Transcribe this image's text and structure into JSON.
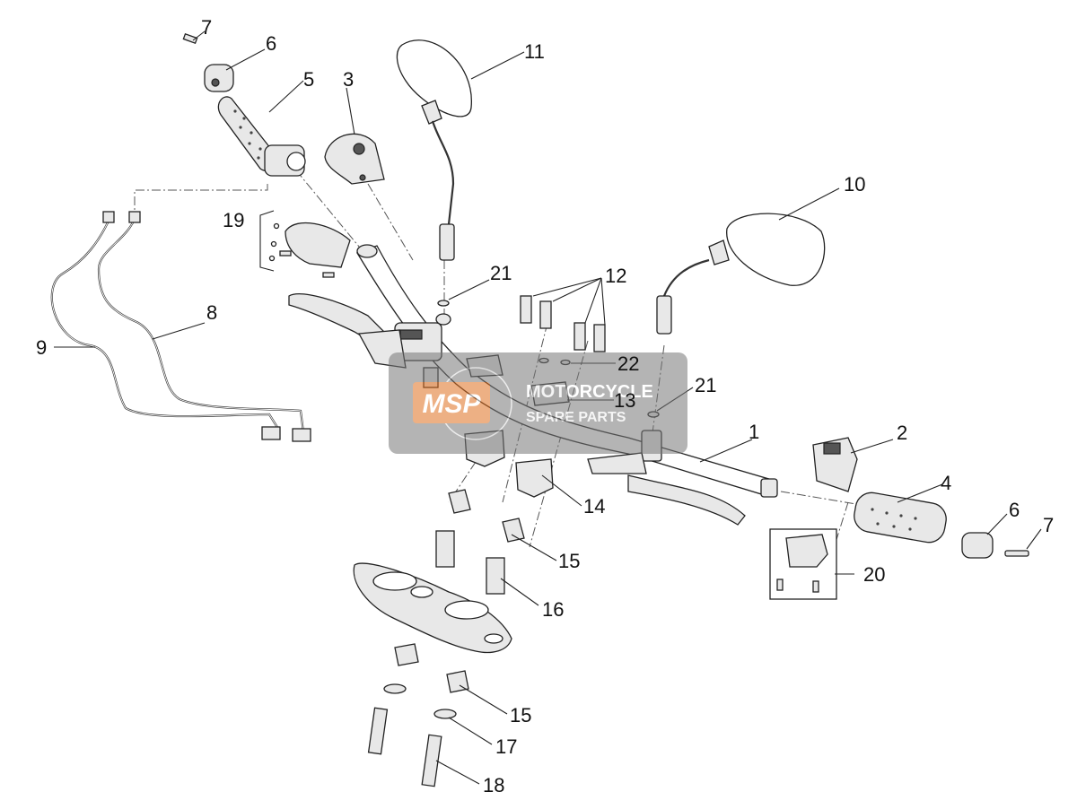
{
  "callouts": {
    "c1": "1",
    "c2": "2",
    "c3": "3",
    "c4": "4",
    "c5": "5",
    "c6a": "6",
    "c6b": "6",
    "c7a": "7",
    "c7b": "7",
    "c8": "8",
    "c9": "9",
    "c10": "10",
    "c11": "11",
    "c12": "12",
    "c13": "13",
    "c14": "14",
    "c15a": "15",
    "c15b": "15",
    "c16": "16",
    "c17": "17",
    "c18": "18",
    "c19": "19",
    "c20": "20",
    "c21a": "21",
    "c21b": "21",
    "c22": "22"
  },
  "watermark": {
    "logo": "MSP",
    "line1": "MOTORCYCLE",
    "line2": "SPARE PARTS"
  }
}
